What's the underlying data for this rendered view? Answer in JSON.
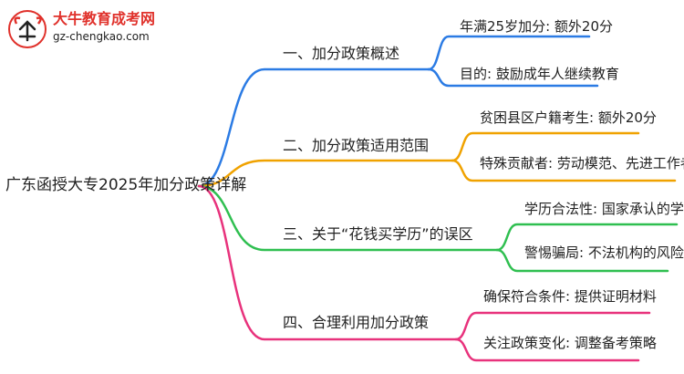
{
  "logo": {
    "title": "大牛教育成考网",
    "url": "gz-chengkao.com"
  },
  "root": {
    "label": "广东函授大专2025年加分政策详解"
  },
  "branches": [
    {
      "label": "一、加分政策概述",
      "color": "#2b7be4",
      "children": [
        "年满25岁加分: 额外20分",
        "目的: 鼓励成年人继续教育"
      ]
    },
    {
      "label": "二、加分政策适用范围",
      "color": "#f0a200",
      "children": [
        "贫困县区户籍考生: 额外20分",
        "特殊贡献者: 劳动模范、先进工作者等"
      ]
    },
    {
      "label": "三、关于“花钱买学历”的误区",
      "color": "#2fbf50",
      "children": [
        "学历合法性: 国家承认的学历",
        "警惕骗局: 不法机构的风险"
      ]
    },
    {
      "label": "四、合理利用加分政策",
      "color": "#e8327c",
      "children": [
        "确保符合条件: 提供证明材料",
        "关注政策变化: 调整备考策略"
      ]
    }
  ]
}
